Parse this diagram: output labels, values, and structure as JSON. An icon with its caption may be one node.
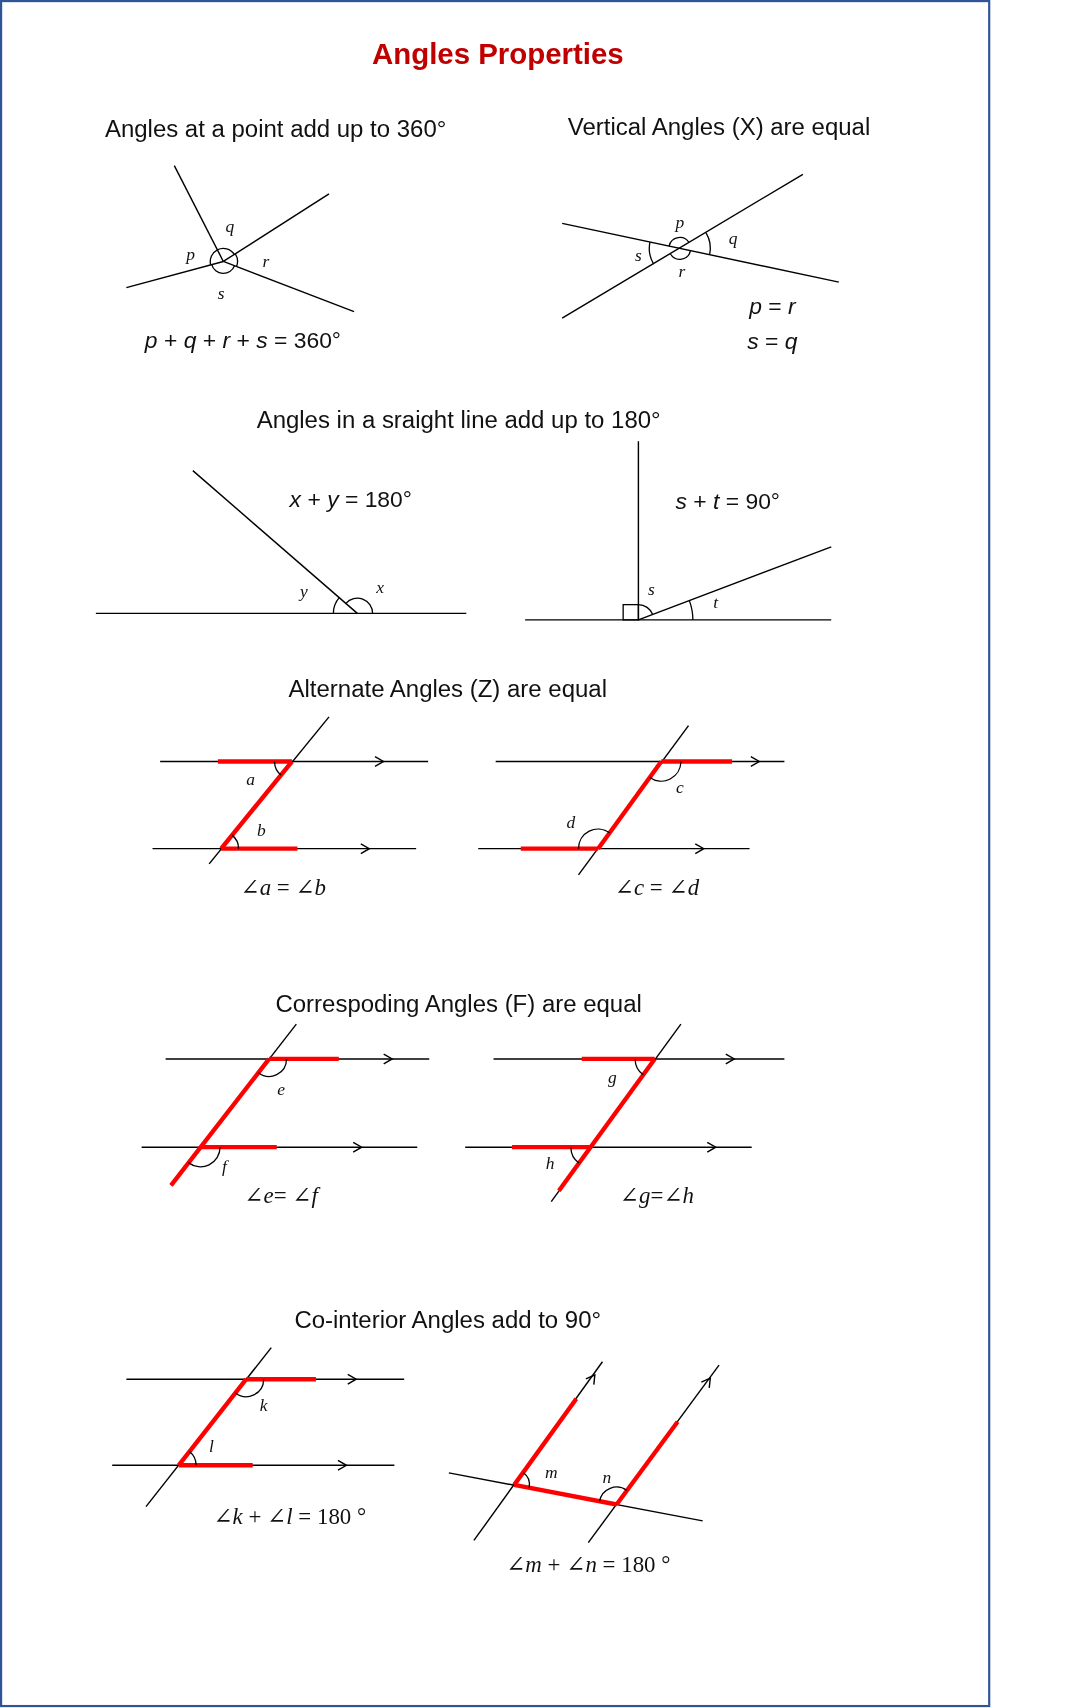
{
  "diagram": {
    "title": "Angles Properties",
    "labels": [
      "Angles at a point add up to 360°",
      "Vertical Angles (X) are equal",
      "q",
      "p",
      "r",
      "s",
      "p",
      "q",
      "s",
      "r",
      "*p* + *q* + *r* + *s* = 360°",
      "*p* = *r*",
      "*s* = *q*",
      "Angles in a sraight line add up to 180°",
      "*x* + *y* = 180°",
      "*s* + *t* = 90°",
      "y",
      "x",
      "s",
      "t",
      "Alternate Angles (Z) are equal",
      "a",
      "b",
      "c",
      "d",
      "∠*a* = ∠*b*",
      "∠*c* = ∠*d*",
      "Correspoding Angles (F) are equal",
      "e",
      "f",
      "g",
      "h",
      "∠*e*= ∠*f*",
      "∠*g*=∠*h*",
      "Co-interior Angles add to 90°",
      "k",
      "l",
      "m",
      "n",
      "∠*k* + ∠*l* = 180 °",
      "∠*m* + ∠*n* = 180 °"
    ]
  }
}
